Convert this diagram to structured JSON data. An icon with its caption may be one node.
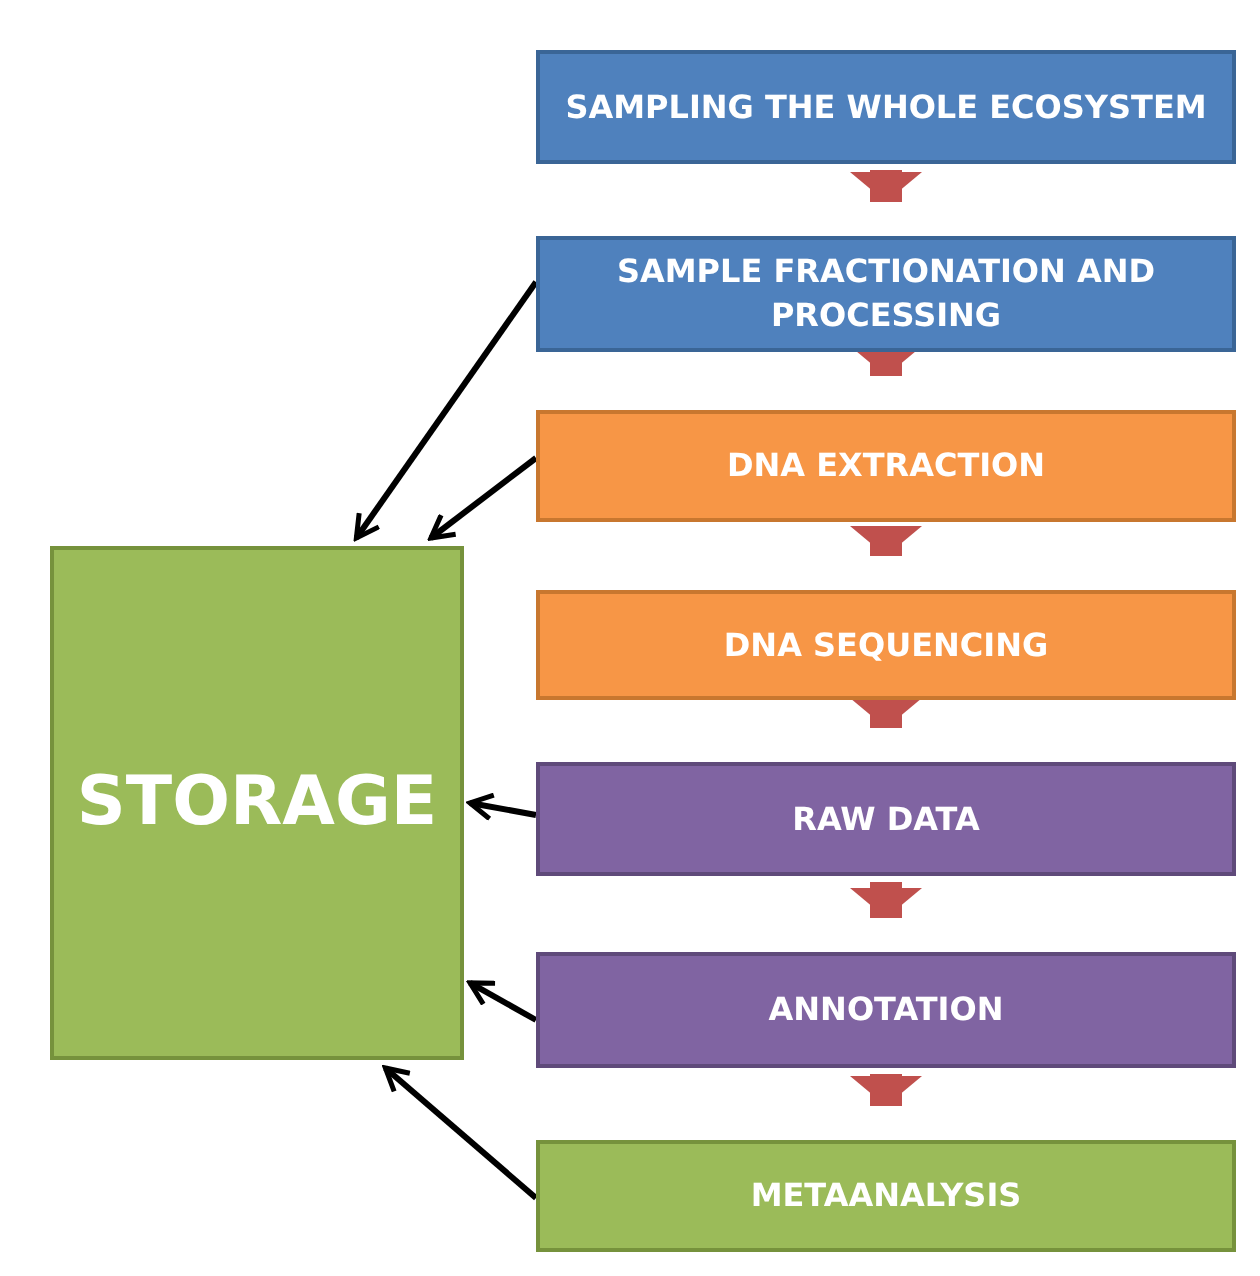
{
  "diagram": {
    "nodes": [
      {
        "text": [
          "SAMPLING THE WHOLE ECOSYSTEM"
        ]
      },
      {
        "text": [
          "SAMPLE FRACTIONATION AND PROCESSING"
        ]
      },
      {
        "text": [
          "DNA EXTRACTION"
        ]
      },
      {
        "text": [
          "DNA SEQUENCING"
        ]
      },
      {
        "text": [
          "RAW DATA"
        ]
      },
      {
        "text": [
          "ANNOTATION"
        ]
      },
      {
        "text": [
          "METAANALYSIS"
        ]
      },
      {
        "text": [
          "STORAGE"
        ]
      }
    ],
    "edges": [
      {
        "from": 0,
        "to": 1,
        "arrow": "to"
      },
      {
        "from": 1,
        "to": 2,
        "arrow": "to"
      },
      {
        "from": 2,
        "to": 3,
        "arrow": "to"
      },
      {
        "from": 3,
        "to": 4,
        "arrow": "to"
      },
      {
        "from": 4,
        "to": 5,
        "arrow": "to"
      },
      {
        "from": 5,
        "to": 6,
        "arrow": "to"
      },
      {
        "from": 1,
        "to": 7,
        "arrow": "to",
        "color": "#000000"
      },
      {
        "from": 2,
        "to": 7,
        "arrow": "to",
        "color": "#000000"
      },
      {
        "from": 4,
        "to": 7,
        "arrow": "to",
        "color": "#000000"
      },
      {
        "from": 5,
        "to": 7,
        "arrow": "to",
        "color": "#000000"
      },
      {
        "from": 6,
        "to": 7,
        "arrow": "to",
        "color": "#000000"
      }
    ]
  }
}
